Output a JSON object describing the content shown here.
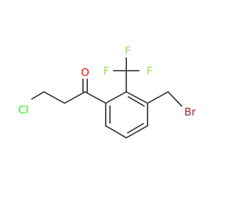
{
  "atoms": [
    {
      "id": "o1",
      "label": "O",
      "color": "#ff0d0d"
    },
    {
      "id": "cl1",
      "label": "Cl",
      "color": "#1ff01f"
    },
    {
      "id": "br1",
      "label": "Br",
      "color": "#a62929"
    },
    {
      "id": "f1",
      "label": "F",
      "color": "#90e050"
    },
    {
      "id": "f2",
      "label": "F",
      "color": "#90e050"
    },
    {
      "id": "f3",
      "label": "F",
      "color": "#90e050"
    }
  ],
  "colors": {
    "bond": "#3a3a3a",
    "background": "#ffffff"
  }
}
